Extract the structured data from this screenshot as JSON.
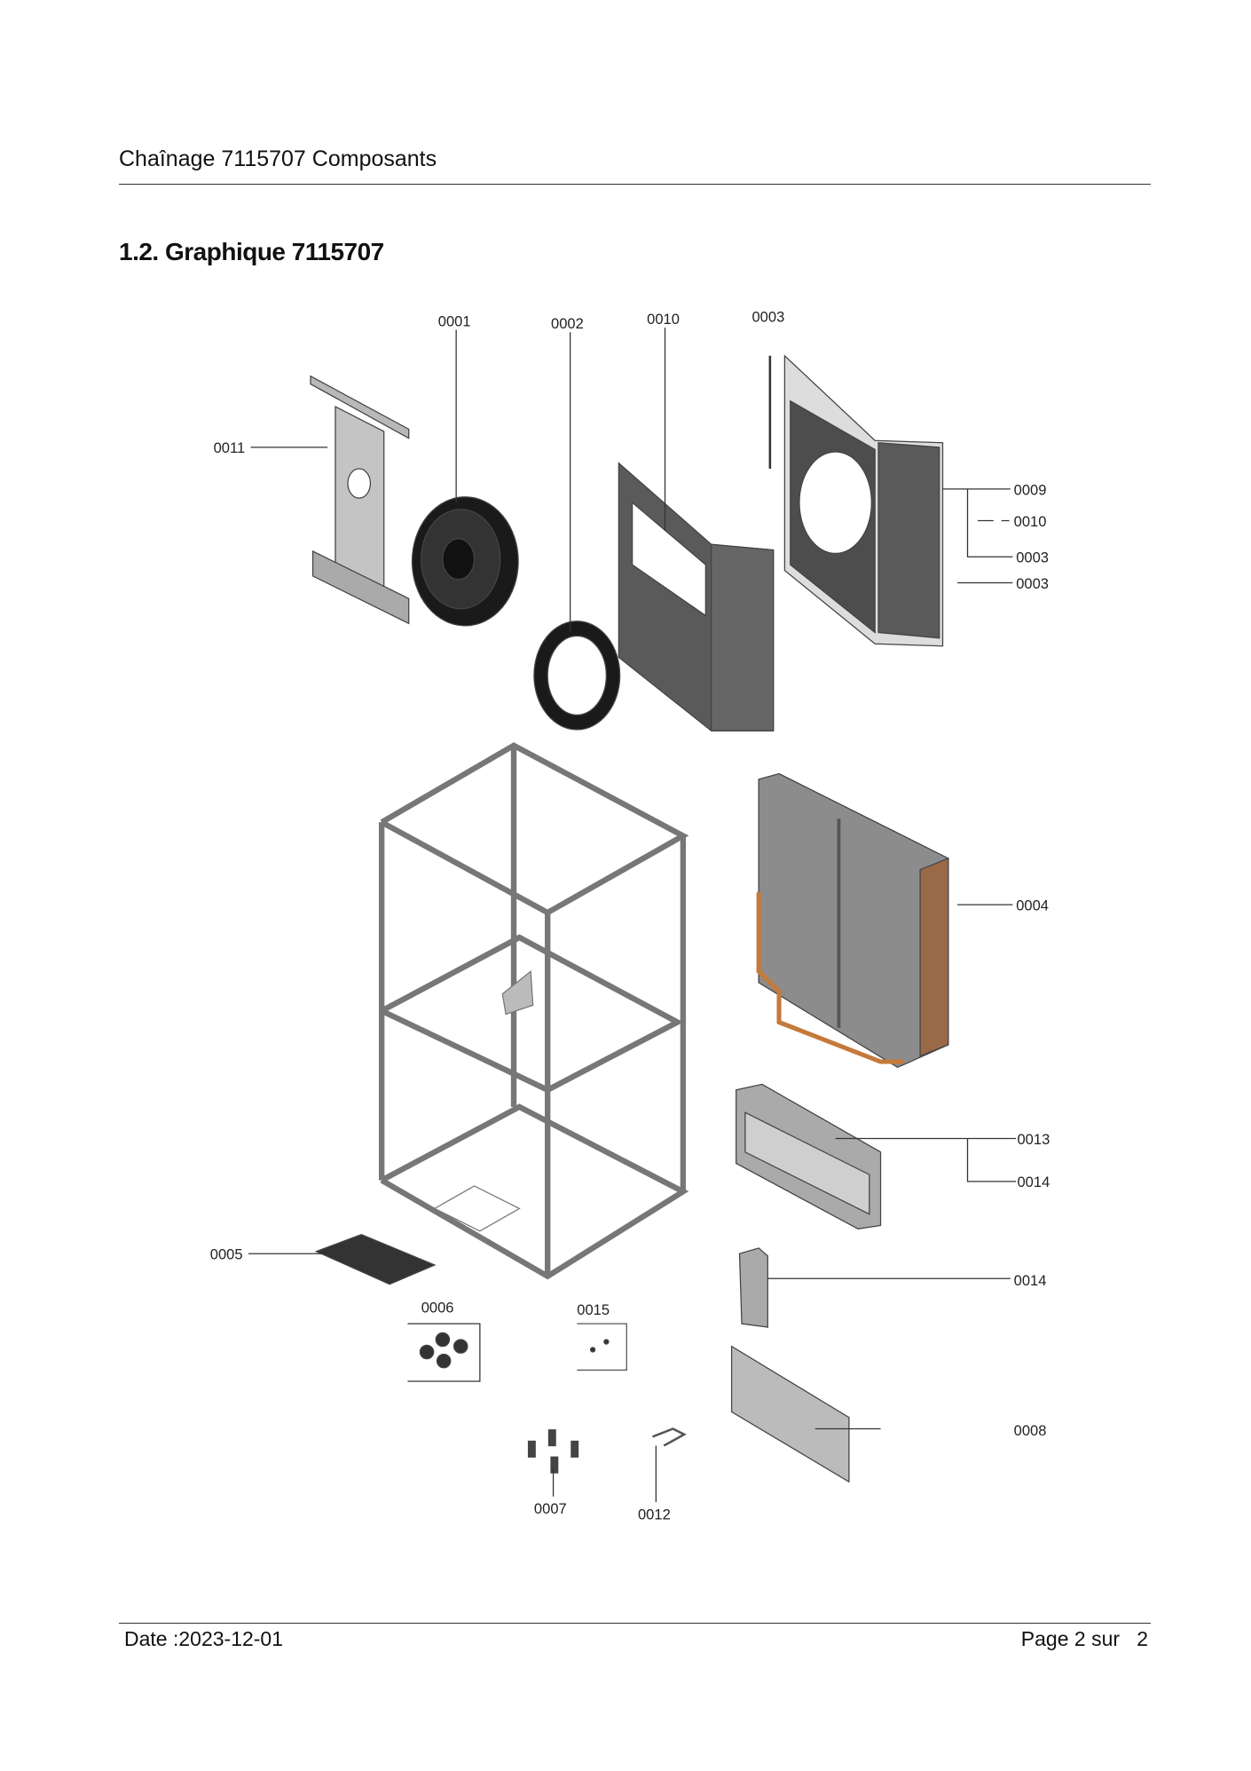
{
  "header": {
    "title": "Chaînage 7115707 Composants"
  },
  "section": {
    "heading": "1.2. Graphique 7115707"
  },
  "diagram": {
    "labels": {
      "l0001": "0001",
      "l0002": "0002",
      "l0010a": "0010",
      "l0003a": "0003",
      "l0011": "0011",
      "l0009": "0009",
      "l0010b": "0010",
      "l0003b": "0003",
      "l0003c": "0003",
      "l0004": "0004",
      "l0013": "0013",
      "l0014a": "0014",
      "l0005": "0005",
      "l0014b": "0014",
      "l0006": "0006",
      "l0015": "0015",
      "l0008": "0008",
      "l0007": "0007",
      "l0012": "0012"
    }
  },
  "footer": {
    "date": "Date :2023-12-01",
    "page": "Page 2 sur   2"
  }
}
